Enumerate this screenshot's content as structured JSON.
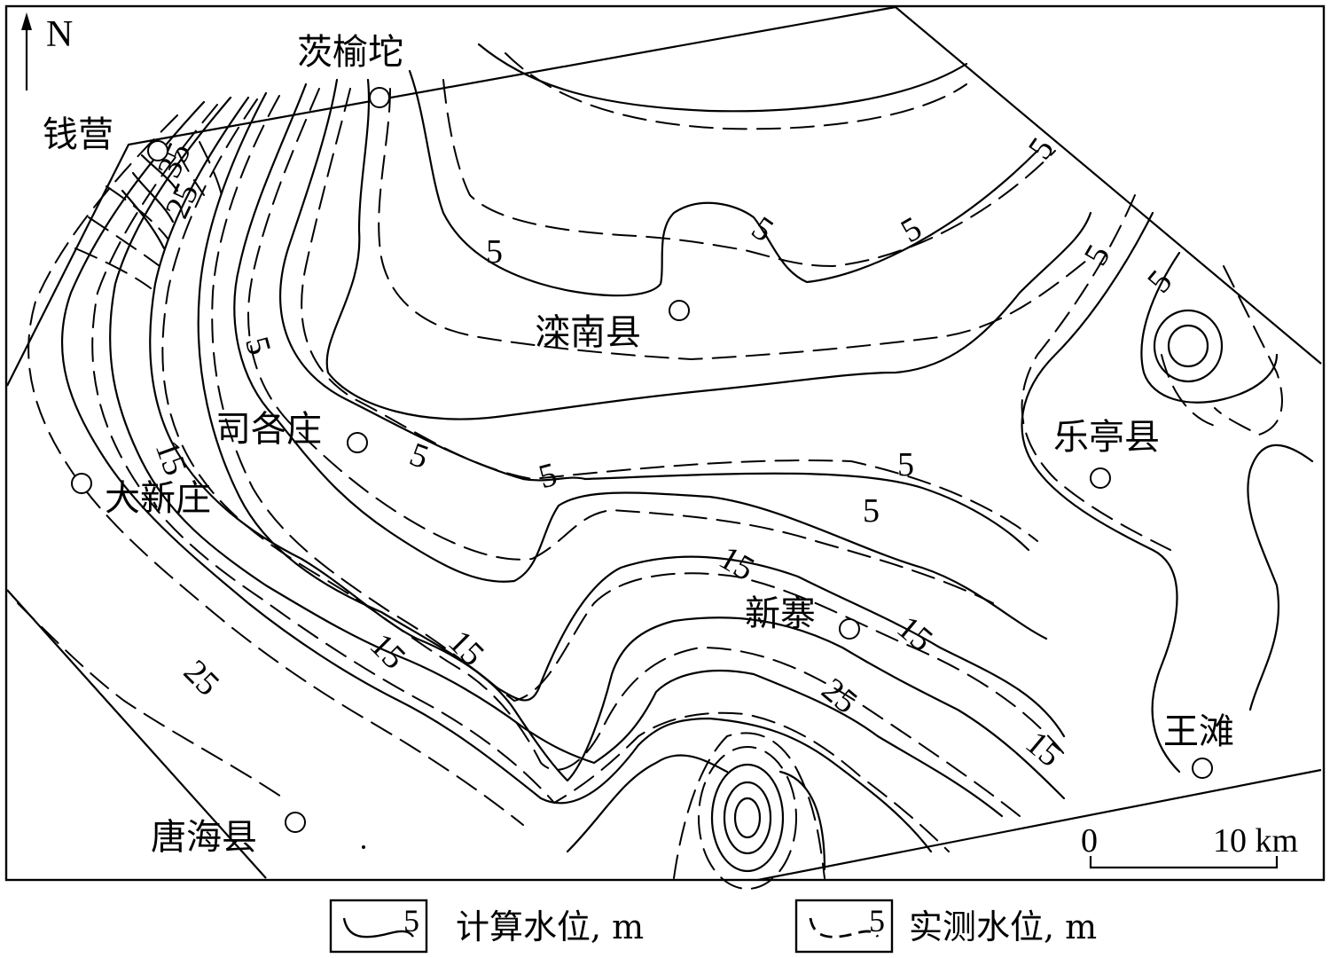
{
  "north_label": "N",
  "places": {
    "qianying": "钱营",
    "fuyutuo": "茨榆坨",
    "luannan": "滦南县",
    "sigezhuang": "司各庄",
    "daxinzhuang": "大新庄",
    "laoting": "乐亭县",
    "xinzhai": "新寨",
    "wangtan": "王滩",
    "tanghai": "唐海县"
  },
  "contours": {
    "c5a": "5",
    "c5b": "5",
    "c5c": "5",
    "c5d": "5",
    "c5e": "5",
    "c5f": "5",
    "c5g": "5",
    "c5h": "5",
    "c5i": "5",
    "c5j": "5",
    "c5k": "5",
    "c15a": "15",
    "c15b": "15",
    "c15c": "15",
    "c15d": "15",
    "c15e": "15",
    "c15f": "15",
    "c25a": "25",
    "c25b": "25",
    "c25c": "25",
    "c35": "35"
  },
  "scale": {
    "zero": "0",
    "distance": "10 km"
  },
  "legend": {
    "calc_num": "5",
    "calc_label": "计算水位, m",
    "meas_num": "5",
    "meas_label": "实测水位, m"
  }
}
